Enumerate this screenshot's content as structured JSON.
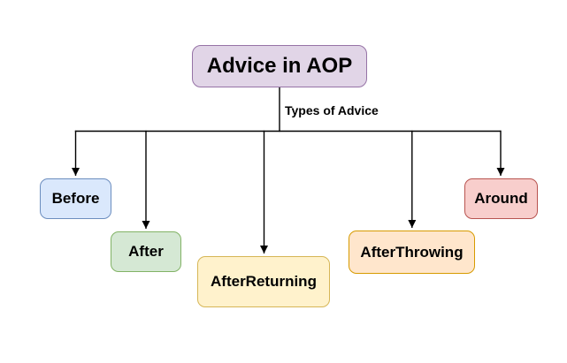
{
  "diagram": {
    "type": "flowchart",
    "background": "#ffffff",
    "line_color": "#000000",
    "text_color": "#000000",
    "edge_label": "Types of Advice",
    "nodes": [
      {
        "id": "advice-in-aop",
        "label": "Advice in AOP",
        "fill": "#e1d5e7",
        "stroke": "#9673a6",
        "role": "root"
      },
      {
        "id": "before",
        "label": "Before",
        "fill": "#dae8fc",
        "stroke": "#6c8ebf",
        "role": "child"
      },
      {
        "id": "after",
        "label": "After",
        "fill": "#d5e8d4",
        "stroke": "#82b366",
        "role": "child"
      },
      {
        "id": "after-returning",
        "label": "AfterReturning",
        "fill": "#fff2cc",
        "stroke": "#d6b656",
        "role": "child"
      },
      {
        "id": "after-throwing",
        "label": "AfterThrowing",
        "fill": "#ffe6cc",
        "stroke": "#d79b00",
        "role": "child"
      },
      {
        "id": "around",
        "label": "Around",
        "fill": "#f8cecc",
        "stroke": "#b85450",
        "role": "child"
      }
    ]
  }
}
